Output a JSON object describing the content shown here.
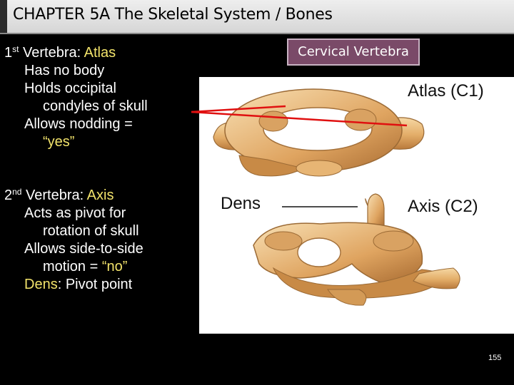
{
  "header": {
    "title": "CHAPTER 5A  The Skeletal System / Bones"
  },
  "badge": {
    "label": "Cervical Vertebra"
  },
  "atlas_section": {
    "heading_prefix": "1",
    "heading_sup": "st",
    "heading_text": " Vertebra:  ",
    "heading_name": "Atlas",
    "line1": "Has no body",
    "line2": "Holds occipital",
    "line3": "condyles of skull",
    "line4": "Allows nodding =",
    "line5_yes": "“yes”"
  },
  "axis_section": {
    "heading_prefix": "2",
    "heading_sup": "nd",
    "heading_text": " Vertebra:  ",
    "heading_name": "Axis",
    "line1": "Acts as pivot for",
    "line2": "rotation of skull",
    "line3": "Allows side-to-side",
    "line4_prefix": "motion = ",
    "line4_no": "“no”",
    "line5_dens": "Dens",
    "line5_rest": ":  Pivot point"
  },
  "figure": {
    "atlas_label": "Atlas (C1)",
    "axis_label": "Axis (C2)",
    "dens_label": "Dens"
  },
  "footer": {
    "page_number": "155"
  }
}
